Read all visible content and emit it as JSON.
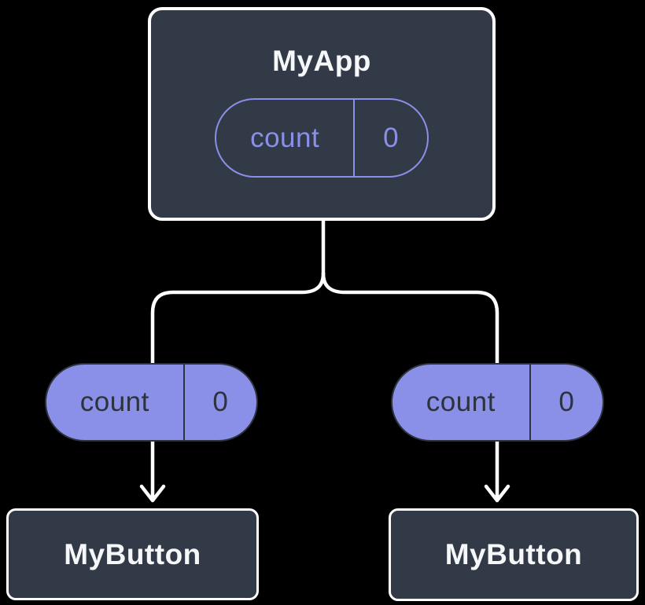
{
  "background_color": "#000000",
  "colors": {
    "node_fill": "#333A47",
    "node_border": "#FFFFFF",
    "node_text": "#F6F7F9",
    "accent_purple": "#8A8FE8",
    "pill_dark_text": "#2D333E",
    "edge_line": "#FFFFFF"
  },
  "tree": {
    "root": {
      "name": "MyApp",
      "state_pill": {
        "label": "count",
        "value": "0"
      }
    },
    "children": [
      {
        "name": "MyButton",
        "prop_pill": {
          "label": "count",
          "value": "0"
        }
      },
      {
        "name": "MyButton",
        "prop_pill": {
          "label": "count",
          "value": "0"
        }
      }
    ]
  }
}
